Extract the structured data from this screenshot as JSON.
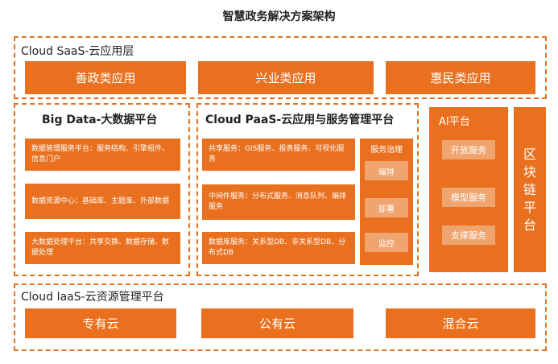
{
  "title": "智慧政务解决方案架构",
  "saas": {
    "title": "Cloud SaaS-云应用层",
    "items": [
      "善政类应用",
      "兴业类应用",
      "惠民类应用"
    ]
  },
  "bigdata": {
    "title": "Big Data-大数据平台",
    "items": [
      "数据管理服务平台：服务结构、引擎组件、信息门户",
      "数据资源中心：基础库、主题库、外部数据",
      "大数据处理平台：共享交换、数据存储、数据处理"
    ]
  },
  "paas": {
    "title": "Cloud PaaS-云应用与服务管理平台",
    "items": [
      "共享服务：GIS服务、报表服务、可视化服务",
      "中间件服务：分布式服务、消息队列、编排服务",
      "数据库服务：关系型DB、非关系型DB、分布式DB"
    ],
    "governance": {
      "title": "服务治理",
      "items": [
        "编排",
        "部署",
        "监控"
      ]
    }
  },
  "ai": {
    "title": "AI平台",
    "items": [
      "开放服务",
      "模型服务",
      "支撑服务"
    ]
  },
  "blockchain": {
    "chars": [
      "区",
      "块",
      "链",
      "平",
      "台"
    ]
  },
  "iaas": {
    "title": "Cloud IaaS-云资源管理平台",
    "items": [
      "专有云",
      "公有云",
      "混合云"
    ]
  }
}
